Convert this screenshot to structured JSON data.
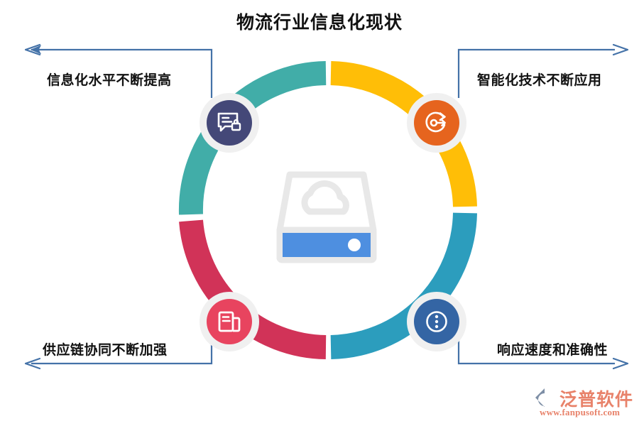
{
  "title": "物流行业信息化现状",
  "theme": {
    "segment_teal": "#41ADA8",
    "segment_yellow": "#FFBE07",
    "segment_crimson": "#D13358",
    "segment_blue": "#2C9DBD",
    "node_tl_fill": "#444878",
    "node_tr_fill": "#E6641E",
    "node_bl_fill": "#E8445F",
    "node_br_fill": "#3465A4",
    "connector_line": "#4472A8",
    "center_outline": "#E8E8E8",
    "center_band": "#4E8FE0",
    "node_halo": "#F0F0F0",
    "title_color": "#111111",
    "logo_color": "#E8826A"
  },
  "callouts": [
    {
      "id": "top-left",
      "label": "信息化水平不断提高",
      "icon": "chat-lock-icon",
      "arrow_direction": "left"
    },
    {
      "id": "top-right",
      "label": "智能化技术不断应用",
      "icon": "key-arrow-circle-icon",
      "arrow_direction": "right"
    },
    {
      "id": "bottom-left",
      "label": "供应链协同不断加强",
      "icon": "book-document-icon",
      "arrow_direction": "left"
    },
    {
      "id": "bottom-right",
      "label": "响应速度和准确性",
      "icon": "more-options-circle-icon",
      "arrow_direction": "right"
    }
  ],
  "center": {
    "icon": "cloud-storage-icon"
  },
  "logo": {
    "name": "泛普软件",
    "url": "www.fanpusoft.com",
    "mark": "fanpu-swoosh-icon"
  }
}
